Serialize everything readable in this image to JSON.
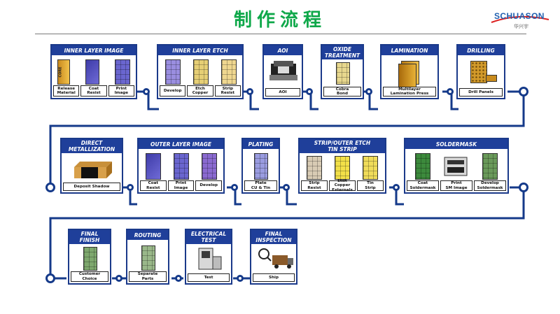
{
  "page": {
    "title": "制作流程"
  },
  "logo": {
    "name": "SCHUASON",
    "sub": "华兴宇"
  },
  "colors": {
    "accent": "#0fa84a",
    "brand_blue": "#1f3f9a",
    "flow_line": "#153a8a"
  },
  "stages": [
    {
      "title": "INNER LAYER IMAGE",
      "steps": [
        "Release\nMaterial",
        "Coat\nResist",
        "Print\nImage"
      ]
    },
    {
      "title": "INNER LAYER ETCH",
      "steps": [
        "Develop",
        "Etch\nCopper",
        "Strip\nResist"
      ]
    },
    {
      "title": "AOI",
      "steps": [
        "AOI"
      ]
    },
    {
      "title": "OXIDE\nTREATMENT",
      "steps": [
        "Cobra\nBond"
      ]
    },
    {
      "title": "LAMINATION",
      "steps": [
        "Multilayer\nLamination Press"
      ]
    },
    {
      "title": "DRILLING",
      "steps": [
        "Drill Panels"
      ]
    },
    {
      "title": "DIRECT\nMETALLIZATION",
      "steps": [
        "Deposit Shadow"
      ]
    },
    {
      "title": "OUTER LAYER IMAGE",
      "steps": [
        "Coat\nResist",
        "Print\nImage",
        "Develop"
      ]
    },
    {
      "title": "PLATING",
      "steps": [
        "Plate\nCU & Tin"
      ]
    },
    {
      "title": "STRIP/OUTER ETCH\nTIN STRIP",
      "steps": [
        "Strip\nResist",
        "Etch Copper\nExternals",
        "Tin\nStrip"
      ]
    },
    {
      "title": "SOLDERMASK",
      "steps": [
        "Coat\nSoldermask",
        "Print\nSM Image",
        "Develop\nSoldermask"
      ]
    },
    {
      "title": "FINAL\nFINISH",
      "steps": [
        "Customer\nChoice"
      ]
    },
    {
      "title": "ROUTING",
      "steps": [
        "Separate\nParts"
      ]
    },
    {
      "title": "ELECTRICAL\nTEST",
      "steps": [
        "Test"
      ]
    },
    {
      "title": "FINAL\nINSPECTION",
      "steps": [
        "Ship"
      ]
    }
  ],
  "core_label": "CORE"
}
